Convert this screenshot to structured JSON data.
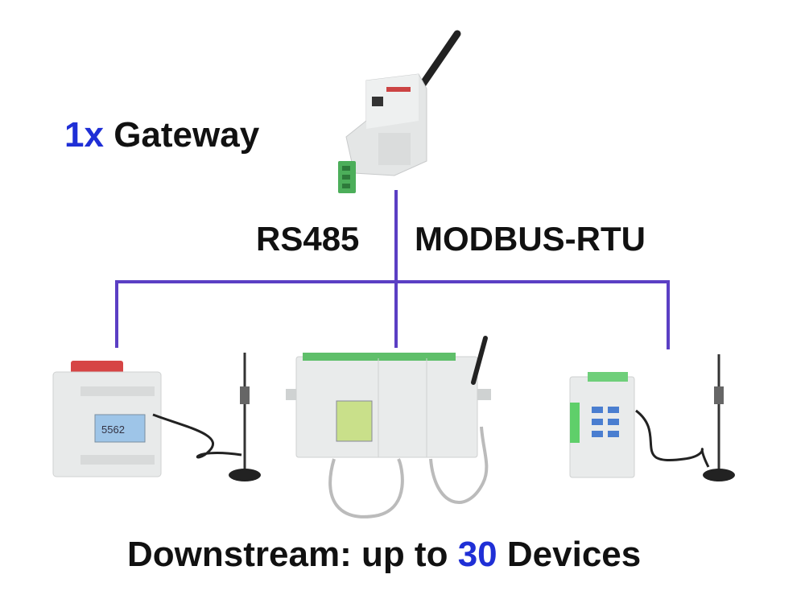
{
  "gateway_label": {
    "count": "1x",
    "text": "Gateway"
  },
  "bus_labels": {
    "physical": "RS485",
    "protocol": "MODBUS-RTU"
  },
  "footer": {
    "prefix": "Downstream: up to",
    "count": "30",
    "suffix": "Devices"
  },
  "meter_display_reading": "5562",
  "colors": {
    "bus_line": "#5b3fc4",
    "accent_text": "#1f2fd6",
    "text": "#111111"
  }
}
